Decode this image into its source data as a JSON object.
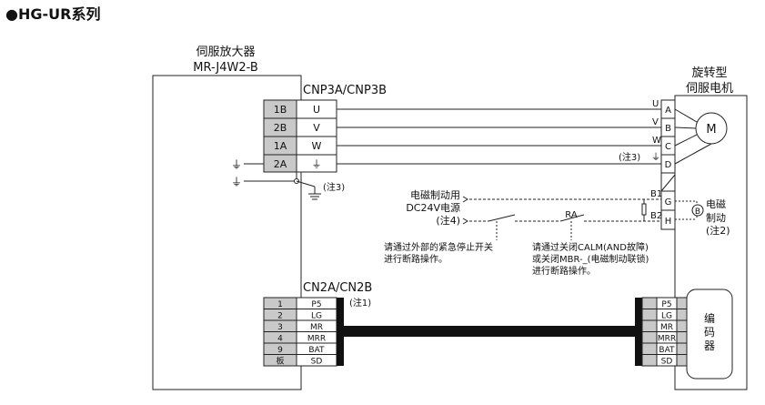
{
  "heading": "●HG-UR系列",
  "amp": {
    "name": "伺服放大器",
    "model": "MR-J4W2-B"
  },
  "motor": {
    "line1": "旋转型",
    "line2": "伺服电机",
    "symbol": "M",
    "encoder": [
      "编",
      "码",
      "器"
    ]
  },
  "power": {
    "header": "CNP3A/CNP3B",
    "pins": [
      {
        "pin": "1B",
        "sig": "U",
        "wire": "U",
        "term": "A"
      },
      {
        "pin": "2B",
        "sig": "V",
        "wire": "V",
        "term": "B"
      },
      {
        "pin": "1A",
        "sig": "W",
        "wire": "W",
        "term": "C"
      },
      {
        "pin": "2A",
        "sig": "⏚",
        "wire": "",
        "term": "D"
      }
    ],
    "note3_right": "(注3)",
    "note3_left": "(注3)",
    "ground_symbol": "⏚"
  },
  "brake": {
    "supply_line1": "电磁制动用",
    "supply_line2": "DC24V电源",
    "note4": "(注4)",
    "b1": "B1",
    "b2": "B2",
    "ra": "RA",
    "term_g": "G",
    "term_h": "H",
    "label1": "电磁",
    "label2": "制动",
    "note2": "(注2)",
    "b_symbol": "B",
    "left_note_line1": "请通过外部的紧急停止开关",
    "left_note_line2": "进行断路操作。",
    "right_note_line1": "请通过关闭CALM(AND故障)",
    "right_note_line2": "或关闭MBR-_(电磁制动联锁)",
    "right_note_line3": "进行断路操作。"
  },
  "encoder_conn": {
    "header": "CN2A/CN2B",
    "note1": "(注1)",
    "rows": [
      {
        "pin": "1",
        "sig": "P5"
      },
      {
        "pin": "2",
        "sig": "LG"
      },
      {
        "pin": "3",
        "sig": "MR"
      },
      {
        "pin": "4",
        "sig": "MRR"
      },
      {
        "pin": "9",
        "sig": "BAT"
      },
      {
        "pin": "板",
        "sig": "SD"
      }
    ]
  }
}
